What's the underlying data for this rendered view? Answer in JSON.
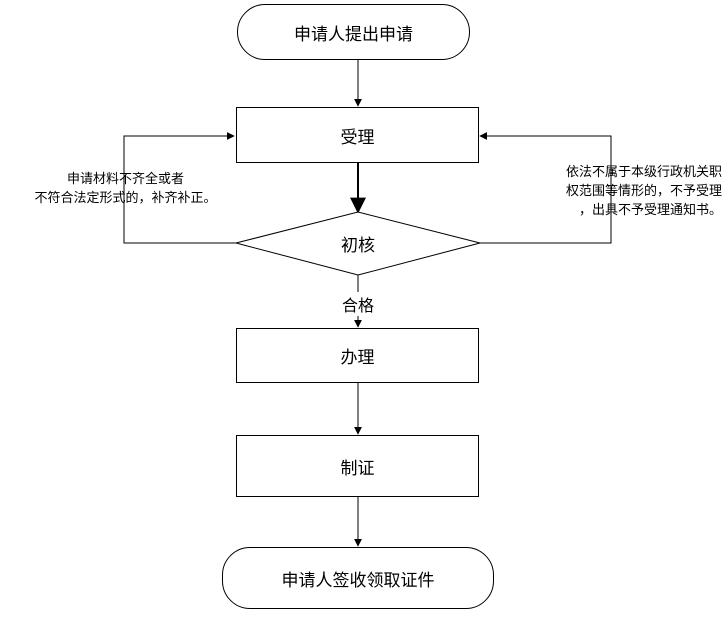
{
  "nodes": {
    "start": "申请人提出申请",
    "accept": "受理",
    "review": "初核",
    "process": "办理",
    "certify": "制证",
    "end": "申请人签收领取证件"
  },
  "edge_labels": {
    "pass": "合格"
  },
  "notes": {
    "left": [
      "申请材料不齐全或者",
      "不符合法定形式的，补齐补正。"
    ],
    "right": [
      "依法不属于本级行政机关职",
      "权范围等情形的，不予受理",
      "，出具不予受理通知书。"
    ]
  }
}
